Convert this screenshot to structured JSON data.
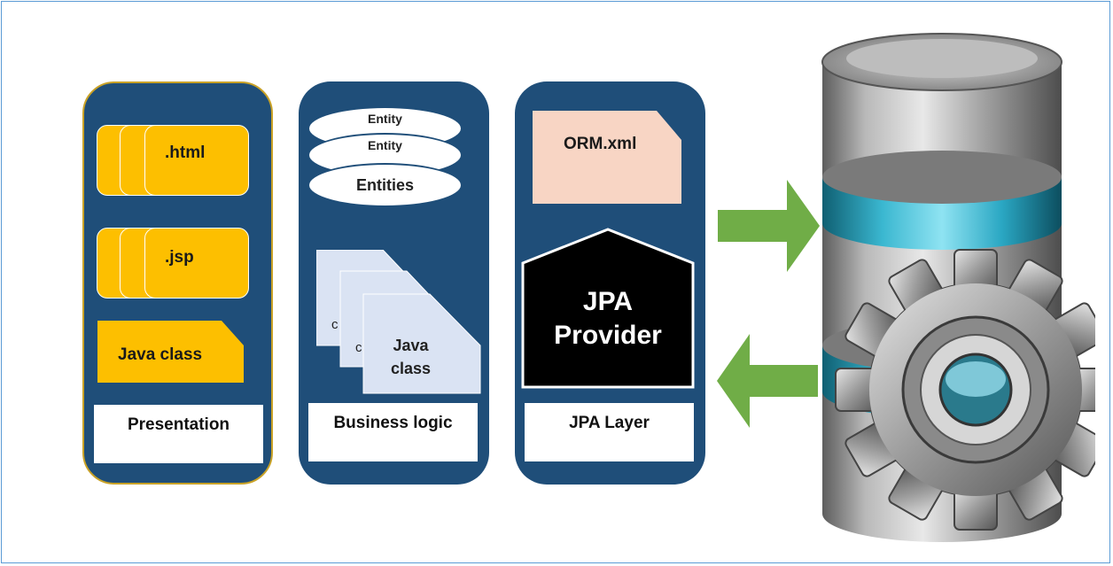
{
  "panels": {
    "presentation": {
      "label": "Presentation",
      "html_label": ".html",
      "jsp_label": ".jsp",
      "java_class_label": "Java class"
    },
    "business": {
      "label": "Business logic",
      "entity_back_1": "Entity",
      "entity_back_2": "Entity",
      "entities_label": "Entities",
      "card_back_1": "c",
      "card_back_2": "c",
      "java_class_line1": "Java",
      "java_class_line2": "class"
    },
    "jpa": {
      "label": "JPA Layer",
      "orm_label": "ORM.xml",
      "provider_line1": "JPA",
      "provider_line2": "Provider"
    }
  },
  "colors": {
    "panel": "#1f4e79",
    "file_yellow": "#fdbf00",
    "orm_peach": "#f8d5c4",
    "card_lavender": "#dae3f3",
    "arrow_green": "#70ad47",
    "frame_border": "#5b9bd5"
  },
  "icons": {
    "database": "database-icon",
    "gear": "gear-icon"
  }
}
